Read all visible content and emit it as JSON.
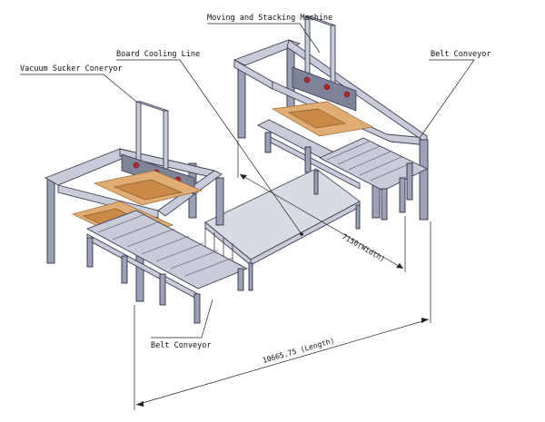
{
  "labels": {
    "moving_stacking": "Moving and Stacking Machine",
    "board_cooling": "Board Cooling Line",
    "vacuum_sucker": "Vacuum Sucker Coneryor",
    "belt_conveyor_right": "Belt Conveyor",
    "belt_conveyor_bottom": "Belt Conveyor"
  },
  "dimensions": {
    "width": "7150(Width)",
    "length": "10665.75 (Length)"
  }
}
